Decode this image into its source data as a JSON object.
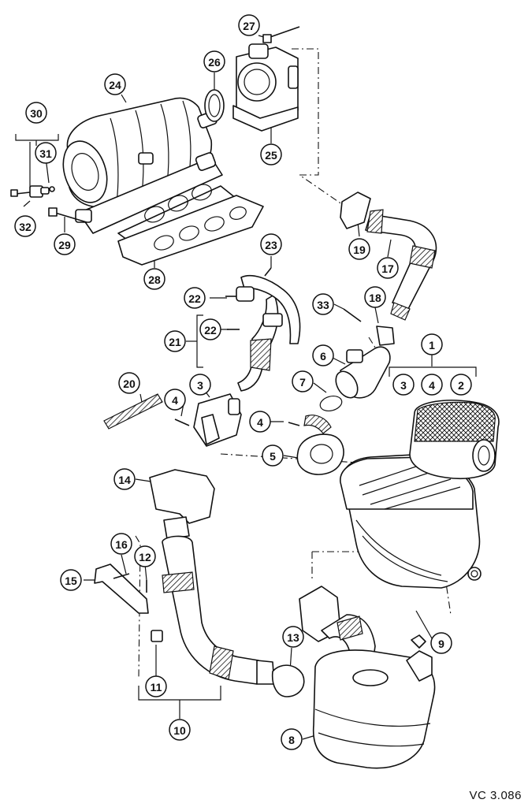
{
  "diagram": {
    "reference_code": "VC 3.086",
    "callouts": [
      {
        "id": "c1",
        "label": "1"
      },
      {
        "id": "c2",
        "label": "2"
      },
      {
        "id": "c3",
        "label": "3"
      },
      {
        "id": "c3b",
        "label": "3"
      },
      {
        "id": "c4",
        "label": "4"
      },
      {
        "id": "c4b",
        "label": "4"
      },
      {
        "id": "c4c",
        "label": "4"
      },
      {
        "id": "c5",
        "label": "5"
      },
      {
        "id": "c6",
        "label": "6"
      },
      {
        "id": "c7",
        "label": "7"
      },
      {
        "id": "c8",
        "label": "8"
      },
      {
        "id": "c9",
        "label": "9"
      },
      {
        "id": "c10",
        "label": "10"
      },
      {
        "id": "c11",
        "label": "11"
      },
      {
        "id": "c12",
        "label": "12"
      },
      {
        "id": "c13",
        "label": "13"
      },
      {
        "id": "c14",
        "label": "14"
      },
      {
        "id": "c15",
        "label": "15"
      },
      {
        "id": "c16",
        "label": "16"
      },
      {
        "id": "c17",
        "label": "17"
      },
      {
        "id": "c18",
        "label": "18"
      },
      {
        "id": "c19",
        "label": "19"
      },
      {
        "id": "c20",
        "label": "20"
      },
      {
        "id": "c21",
        "label": "21"
      },
      {
        "id": "c22",
        "label": "22"
      },
      {
        "id": "c22b",
        "label": "22"
      },
      {
        "id": "c23",
        "label": "23"
      },
      {
        "id": "c24",
        "label": "24"
      },
      {
        "id": "c25",
        "label": "25"
      },
      {
        "id": "c26",
        "label": "26"
      },
      {
        "id": "c27",
        "label": "27"
      },
      {
        "id": "c28",
        "label": "28"
      },
      {
        "id": "c29",
        "label": "29"
      },
      {
        "id": "c30",
        "label": "30"
      },
      {
        "id": "c31",
        "label": "31"
      },
      {
        "id": "c32",
        "label": "32"
      },
      {
        "id": "c33",
        "label": "33"
      }
    ]
  }
}
